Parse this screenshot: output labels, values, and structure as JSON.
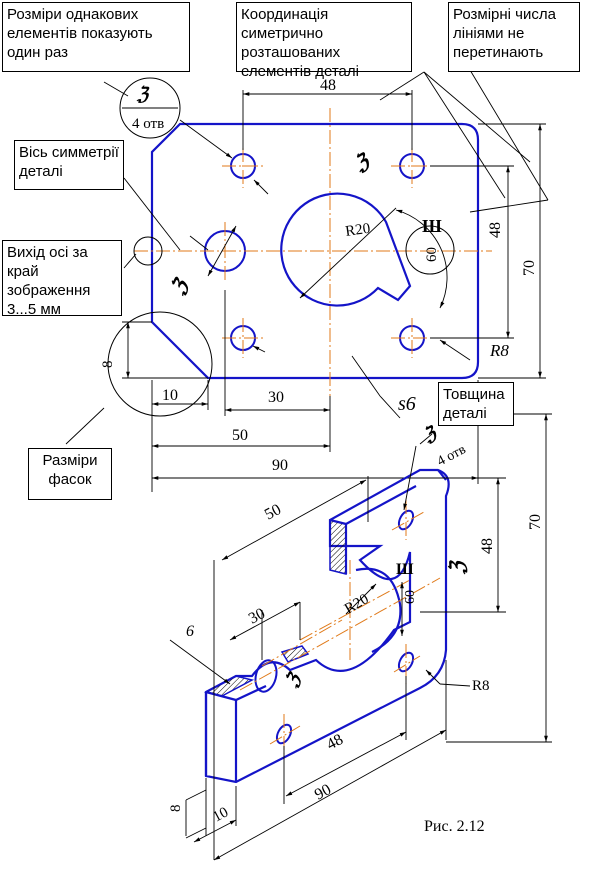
{
  "callouts": {
    "same_elements": "Розміри однакових елементів показують один раз",
    "symmetric_coord": "Координація симетрично розташованих елементів деталі",
    "numbers_not_crossed": "Розмірні числа лініями не перетинають",
    "symmetry_axis": "Вісь симметрії деталі",
    "axis_exit": "Вихід осі за край зображення 3...5 мм",
    "thickness": "Товщина деталі",
    "chamfer_sizes": "Разміри фасок"
  },
  "front_view": {
    "dim_48_top": "48",
    "dim_48_right": "48",
    "dim_70": "70",
    "dim_r20": "R20",
    "dim_60": "60",
    "dim_r8": "R8",
    "dim_8": "8",
    "dim_10": "10",
    "dim_30": "30",
    "dim_50": "50",
    "dim_90": "90",
    "dim_s6": "s6",
    "holes_count": "4 отв"
  },
  "iso_view": {
    "holes_count": "4 отв",
    "dim_50": "50",
    "dim_48_v": "48",
    "dim_70": "70",
    "dim_r20": "R20",
    "dim_60": "60",
    "dim_30": "30",
    "dim_6": "6",
    "dim_r8": "R8",
    "dim_48_h": "48",
    "dim_90": "90",
    "dim_8": "8",
    "dim_10": "10"
  },
  "figure_caption": "Рис. 2.12",
  "colors": {
    "outline": "#1414c8",
    "axis": "#e07a1a",
    "dim": "#000000"
  }
}
